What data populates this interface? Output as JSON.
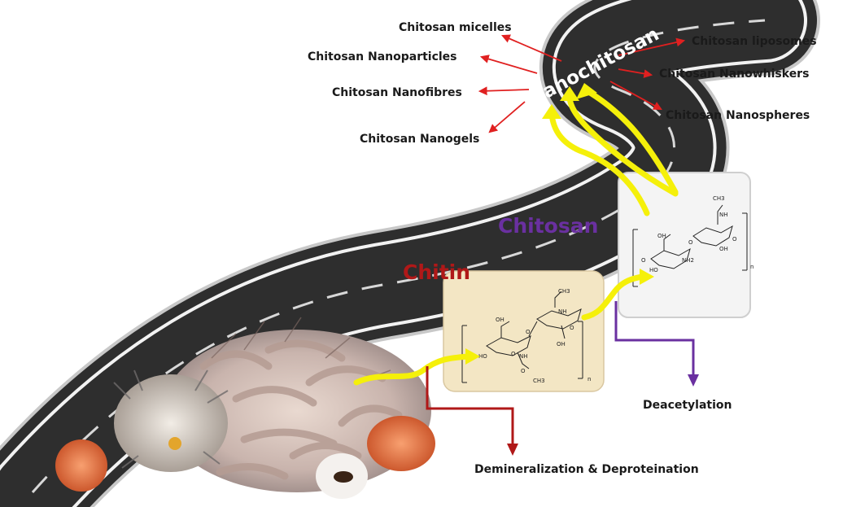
{
  "stages": {
    "chitin_label": "Chitin",
    "chitosan_label": "Chitosan",
    "nanochitosan_label": "Nanochitosan"
  },
  "processes": {
    "demineralization": "Demineralization & Deproteination",
    "deacetylation": "Deacetylation"
  },
  "products": [
    "Chitosan micelles",
    "Chitosan Nanoparticles",
    "Chitosan Nanofibres",
    "Chitosan Nanogels",
    "Chitosan liposomes",
    "Chitosan Nanowhiskers",
    "Chitosan Nanospheres"
  ],
  "structures": {
    "chitin": {
      "atoms": [
        "OH",
        "O",
        "HO",
        "NH",
        "O",
        "CH3",
        "CH3",
        "NH",
        "O",
        "OH",
        "O",
        "n"
      ]
    },
    "chitosan": {
      "atoms": [
        "CH3",
        "NH",
        "OH",
        "O",
        "HO",
        "NH2",
        "O",
        "OH",
        "O",
        "n"
      ]
    }
  },
  "colors": {
    "chitin": "#b01818",
    "chitosan": "#6a30a0",
    "demineralization_arrow": "#b01818",
    "deacetylation_arrow": "#6a30a0",
    "product_arrows": "#e02020",
    "flow_arrows": "#f5f00a",
    "road": "#2e2e2e",
    "chitin_panel": "#f3e6c4",
    "chitosan_panel": "#f4f4f4"
  }
}
